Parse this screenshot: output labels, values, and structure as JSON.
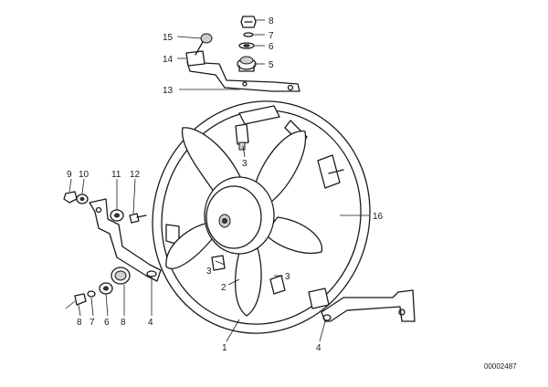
{
  "diagram": {
    "reference_number": "00002487",
    "callouts": {
      "c1": "1",
      "c2": "2",
      "c3a": "3",
      "c3b": "3",
      "c3c": "3",
      "c4a": "4",
      "c4b": "4",
      "c5": "5",
      "c6a": "6",
      "c6b": "6",
      "c7a": "7",
      "c7b": "7",
      "c8a": "8",
      "c8b": "8",
      "c8c": "8",
      "c9": "9",
      "c10": "10",
      "c11": "11",
      "c12": "12",
      "c13": "13",
      "c14": "14",
      "c15": "15",
      "c16": "16"
    }
  }
}
